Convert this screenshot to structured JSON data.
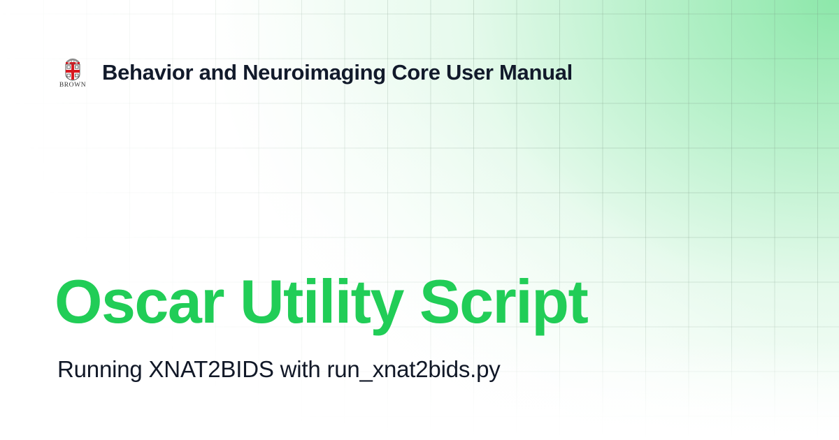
{
  "header": {
    "logo_text": "BROWN",
    "logo_icon": "brown-university-shield-icon",
    "site_title": "Behavior and Neuroimaging Core User Manual"
  },
  "main": {
    "title": "Oscar Utility Script",
    "subtitle": "Running XNAT2BIDS with run_xnat2bids.py"
  },
  "colors": {
    "title": "#21cd57",
    "text": "#121a2b",
    "accent_gradient": "#86e6a5",
    "shield_red": "#d71920"
  }
}
